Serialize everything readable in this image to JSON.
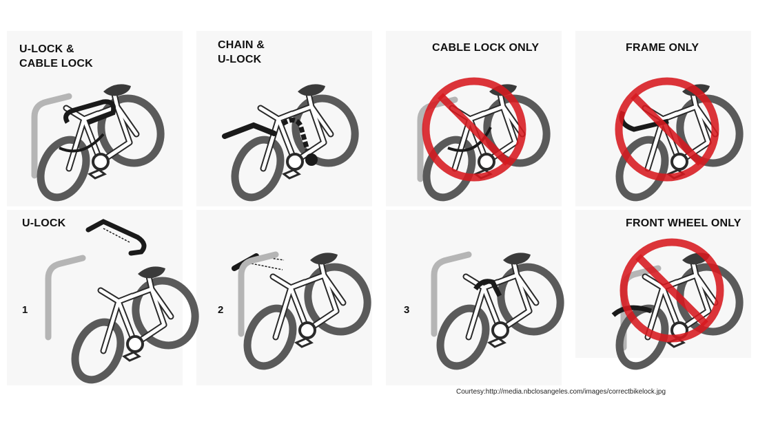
{
  "panels": [
    {
      "id": "u-lock-cable-lock",
      "label_lines": [
        "U-LOCK &",
        "CABLE LOCK"
      ],
      "prohibited": false
    },
    {
      "id": "chain-u-lock",
      "label_lines": [
        "CHAIN &",
        "U-LOCK"
      ],
      "prohibited": false
    },
    {
      "id": "cable-lock-only",
      "label_lines": [
        "CABLE LOCK ONLY"
      ],
      "prohibited": true
    },
    {
      "id": "frame-only",
      "label_lines": [
        "FRAME ONLY"
      ],
      "prohibited": true
    },
    {
      "id": "u-lock-step-1",
      "label_lines": [
        "U-LOCK"
      ],
      "step": "1",
      "prohibited": false
    },
    {
      "id": "u-lock-step-2",
      "label_lines": [],
      "step": "2",
      "prohibited": false
    },
    {
      "id": "u-lock-step-3",
      "label_lines": [],
      "step": "3",
      "prohibited": false
    },
    {
      "id": "front-wheel-only",
      "label_lines": [
        "FRONT WHEEL ONLY"
      ],
      "prohibited": true
    }
  ],
  "credit": "Courtesy:http://media.nbclosangeles.com/images/correctbikelock.jpg",
  "colors": {
    "bike_outline": "#2a2a2a",
    "wheel_gray": "#555555",
    "rack_gray": "#b5b5b5",
    "lock_black": "#1a1a1a",
    "prohibition_red": "#d7191f",
    "panel_bg": "#f7f7f7"
  },
  "icons": [
    "bicycle-icon",
    "bike-rack-icon",
    "u-lock-icon",
    "cable-lock-icon",
    "chain-icon",
    "prohibition-sign-icon"
  ]
}
